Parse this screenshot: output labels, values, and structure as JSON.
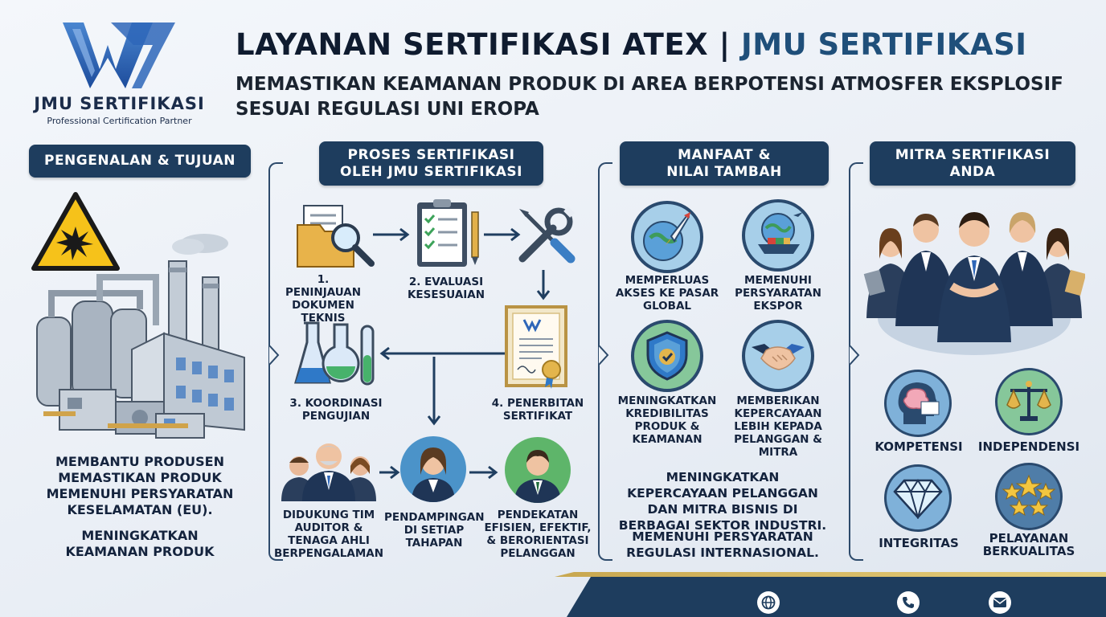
{
  "header": {
    "brand_name": "JMU SERTIFIKASI",
    "brand_tagline": "Professional Certification Partner",
    "title_main": "LAYANAN SERTIFIKASI ATEX |",
    "title_accent": "JMU SERTIFIKASI",
    "subtitle_line1": "MEMASTIKAN KEAMANAN PRODUK DI AREA BERPOTENSI ATMOSFER EKSPLOSIF",
    "subtitle_line2": "SESUAI REGULASI UNI EROPA"
  },
  "col1": {
    "header": "PENGENALAN & TUJUAN",
    "para1": "MEMBANTU PRODUSEN MEMASTIKAN PRODUK MEMENUHI PERSYARATAN KESELAMATAN (EU).",
    "para2": "MENINGKATKAN KEAMANAN PRODUK"
  },
  "col2": {
    "header_line1": "PROSES SERTIFIKASI",
    "header_line2": "OLEH JMU SERTIFIKASI",
    "steps": [
      "1. PENINJAUAN DOKUMEN TEKNIS",
      "2. EVALUASI KESESUAIAN",
      "3. KOORDINASI PENGUJIAN",
      "4. PENERBITAN SERTIFIKAT"
    ],
    "support": [
      "DIDUKUNG TIM AUDITOR & TENAGA AHLI BERPENGALAMAN",
      "PENDAMPINGAN DI SETIAP TAHAPAN",
      "PENDEKATAN EFISIEN, EFEKTIF, & BERORIENTASI PELANGGAN"
    ]
  },
  "col3": {
    "header_line1": "MANFAAT &",
    "header_line2": "NILAI TAMBAH",
    "benefits": [
      "MEMPERLUAS AKSES KE PASAR GLOBAL",
      "MEMENUHI PERSYARATAN EKSPOR",
      "MENINGKATKAN KREDIBILITAS PRODUK & KEAMANAN",
      "MEMBERIKAN KEPERCAYAAN LEBIH KEPADA PELANGGAN & MITRA"
    ],
    "para1": "MENINGKATKAN KEPERCAYAAN PELANGGAN DAN MITRA BISNIS DI BERBAGAI SEKTOR INDUSTRI.",
    "para2": "MEMENUHI PERSYARATAN REGULASI INTERNASIONAL."
  },
  "col4": {
    "header_line1": "MITRA SERTIFIKASI",
    "header_line2": "ANDA",
    "values": [
      "KOMPETENSI",
      "INDEPENDENSI",
      "INTEGRITAS",
      "PELAYANAN BERKUALITAS"
    ]
  },
  "colors": {
    "navy": "#1e3d5e",
    "gold": "#c8a74f",
    "accent_blue": "#1f4f7a"
  },
  "icons": {
    "footer": [
      "globe-icon",
      "phone-icon",
      "mail-icon"
    ]
  }
}
